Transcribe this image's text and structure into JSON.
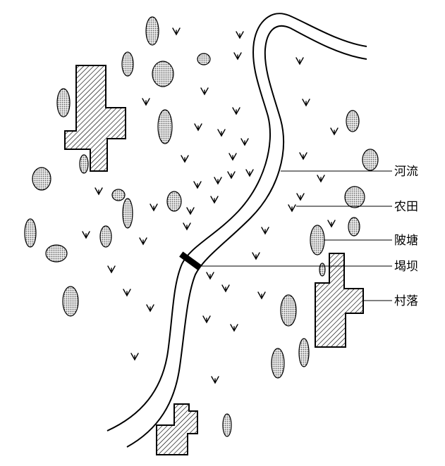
{
  "labels": {
    "river": "河流",
    "farmland": "农田",
    "pond": "陂塘",
    "dam": "堨坝",
    "village": "村落"
  },
  "colors": {
    "stroke": "#000000",
    "pond_fill": "#bdbdbd",
    "hatch": "#000000",
    "background": "#ffffff"
  },
  "icons": {
    "farmland": "crop-sprout-icon",
    "pond": "pond-ellipse-icon",
    "village": "hatched-village-block-icon",
    "dam": "dam-bar-icon"
  }
}
